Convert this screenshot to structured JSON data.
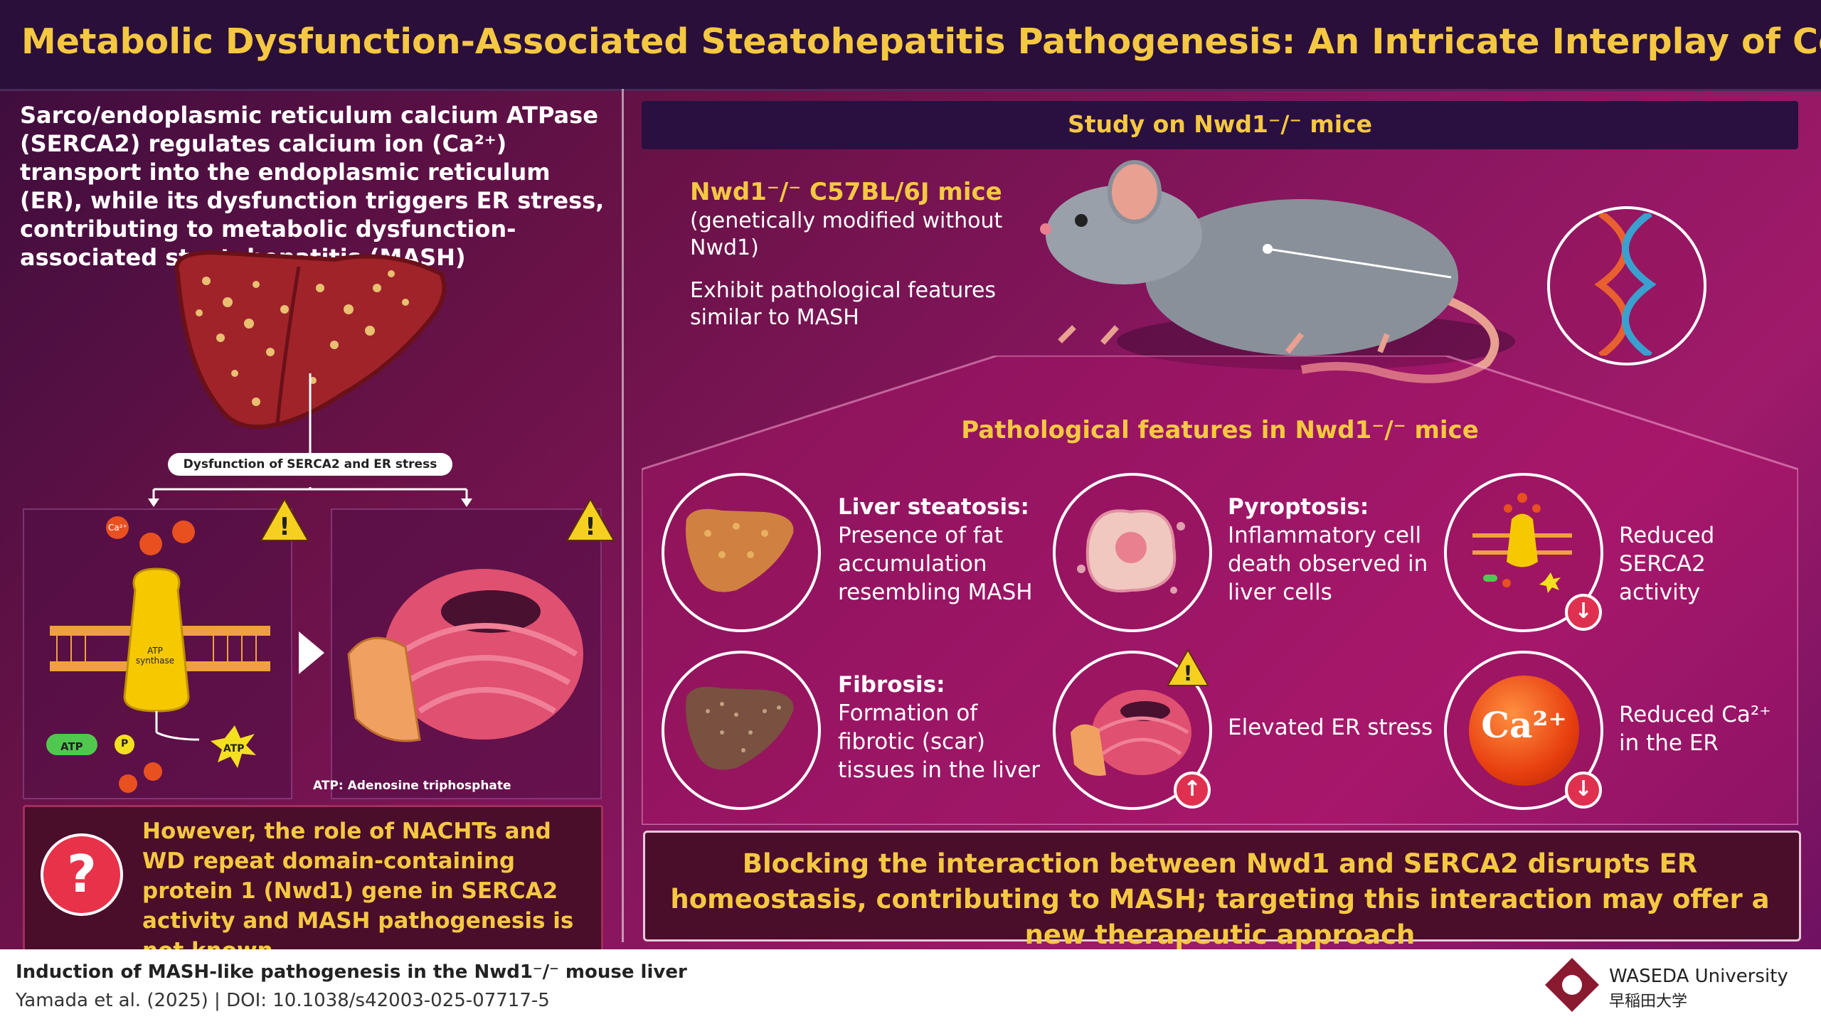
{
  "title": "Metabolic Dysfunction-Associated Steatohepatitis Pathogenesis: An Intricate Interplay of Cellular Processes",
  "intro": "Sarco/endoplasmic reticulum calcium ATPase (SERCA2) regulates calcium ion (Ca²⁺) transport into the endoplasmic reticulum (ER), while its dysfunction triggers ER stress, contributing to metabolic dysfunction-associated steatohepatitis (MASH)",
  "dysfunction_label": "Dysfunction of SERCA2 and ER stress",
  "ca_label": "Ca²⁺",
  "atp_synthase": "ATP synthase",
  "atp": "ATP",
  "p": "P",
  "atp_note": "ATP: Adenosine triphosphate",
  "question": "However, the role of NACHTs and WD repeat domain-containing protein 1 (Nwd1) gene in SERCA2 activity and MASH pathogenesis is not known",
  "study": {
    "title": "Study on Nwd1⁻/⁻ mice",
    "mouse_name": "Nwd1⁻/⁻ C57BL/6J mice",
    "mouse_desc": "(genetically modified without Nwd1)",
    "mouse_feature": "Exhibit pathological features similar to MASH"
  },
  "features_title": "Pathological features in Nwd1⁻/⁻ mice",
  "features": {
    "steatosis_title": "Liver steatosis:",
    "steatosis_text": "Presence of fat accumulation resembling MASH",
    "pyroptosis_title": "Pyroptosis:",
    "pyroptosis_text": "Inflammatory cell death observed in liver cells",
    "serca_text": "Reduced SERCA2 activity",
    "fibrosis_title": "Fibrosis:",
    "fibrosis_text": "Formation of fibrotic (scar) tissues in the liver",
    "er_stress_text": "Elevated ER stress",
    "ca_text": "Reduced Ca²⁺ in the ER",
    "ca_big": "Ca²⁺"
  },
  "conclusion": "Blocking the interaction between Nwd1 and SERCA2 disrupts ER homeostasis, contributing to MASH; targeting this interaction may offer a new therapeutic approach",
  "footer": {
    "citation_title": "Induction of MASH-like pathogenesis in the Nwd1⁻/⁻ mouse liver",
    "citation_ref": "Yamada et al. (2025) | DOI: 10.1038/s42003-025-07717-5",
    "university": "WASEDA University",
    "university_jp": "早稲田大学"
  },
  "colors": {
    "accent_yellow": "#f5c842",
    "background": "#8a1660",
    "alert_red": "#e03050"
  }
}
